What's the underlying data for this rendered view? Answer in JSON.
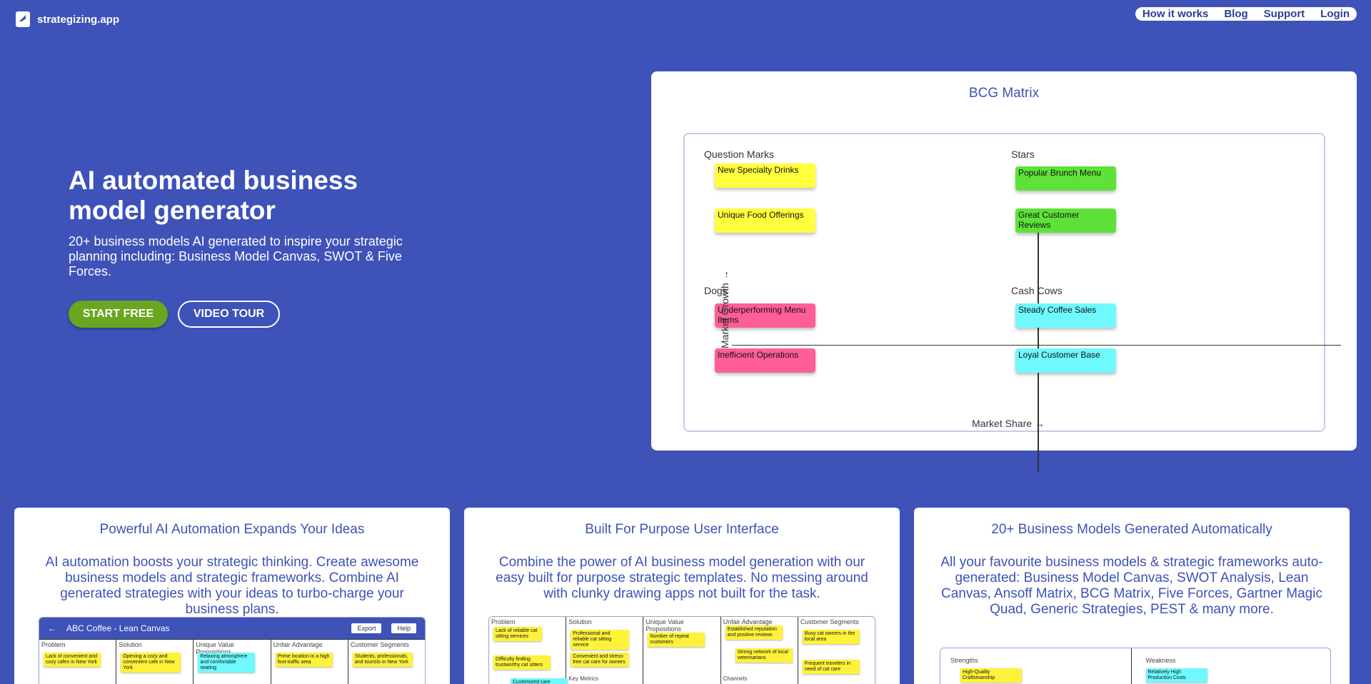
{
  "brand": {
    "name": "strategizing.app"
  },
  "nav": {
    "items": [
      "How it works",
      "Blog",
      "Support",
      "Login"
    ]
  },
  "hero": {
    "title": "AI automated business model generator",
    "subtitle": "20+ business models AI generated to inspire your strategic planning including: Business Model Canvas, SWOT & Five Forces.",
    "primary_cta": "START FREE",
    "secondary_cta": "VIDEO TOUR"
  },
  "bcg": {
    "title": "BCG Matrix",
    "quadrants": {
      "question_marks": {
        "label": "Question Marks",
        "notes": [
          "New Specialty Drinks",
          "Unique Food Offerings"
        ],
        "color": "#ffff3d"
      },
      "stars": {
        "label": "Stars",
        "notes": [
          "Popular Brunch Menu",
          "Great Customer Reviews"
        ],
        "color": "#5ee23a"
      },
      "dogs": {
        "label": "Dogs",
        "notes": [
          "Underperforming Menu Items",
          "Inefficient Operations"
        ],
        "color": "#ff5e98"
      },
      "cash_cows": {
        "label": "Cash Cows",
        "notes": [
          "Steady Coffee Sales",
          "Loyal Customer Base"
        ],
        "color": "#6ff9ff"
      }
    },
    "y_axis": "Market Growth →",
    "x_axis": "Market Share →"
  },
  "features": [
    {
      "title": "Powerful AI Automation Expands Your Ideas",
      "text": "AI automation boosts your strategic thinking. Create awesome business models and strategic frameworks. Combine AI generated strategies with your ideas to turbo-charge your business plans."
    },
    {
      "title": "Built For Purpose User Interface",
      "text": "Combine the power of AI business model generation with our easy built for purpose strategic templates. No messing around with clunky drawing apps not built for the task."
    },
    {
      "title": "20+ Business Models Generated Automatically",
      "text": "All your favourite business models & strategic frameworks auto-generated: Business Model Canvas, SWOT Analysis, Lean Canvas, Ansoff Matrix, BCG Matrix, Five Forces, Gartner Magic Quad, Generic Strategies, PEST & many more."
    }
  ],
  "preview1": {
    "back": "←",
    "title": "ABC Coffee - Lean Canvas",
    "export": "Export",
    "help": "Help",
    "columns": [
      "Problem",
      "Solution",
      "Unique Value Propositions",
      "Unfair Advantage",
      "Customer Segments"
    ],
    "notes": [
      "Lack of convenient and cozy cafes in New York",
      "Opening a cozy and convenient cafe in New York",
      "Relaxing atmosphere and comfortable seating",
      "Prime location in a high foot-traffic area",
      "Students, professionals, and tourists in New York"
    ]
  },
  "preview2": {
    "columns": [
      "Problem",
      "Solution",
      "Unique Value Propositions",
      "Unfair Advantage",
      "Customer Segments"
    ],
    "sub_labels": [
      "Key Metrics",
      "Channels"
    ],
    "notes": [
      "Lack of reliable cat sitting services",
      "Difficulty finding trustworthy cat sitters",
      "Professional and reliable cat sitting service",
      "Convenient and stress-free cat care for owners",
      "Number of repeat customers",
      "Established reputation and positive reviews",
      "Strong network of local veterinarians",
      "Busy cat owners in the local area",
      "Frequent travelers in need of cat care",
      "Customized care"
    ]
  },
  "preview3": {
    "columns": [
      "Strengths",
      "Weakness"
    ],
    "notes": [
      "High-Quality Craftsmanship",
      "Relatively High Production Costs"
    ]
  }
}
